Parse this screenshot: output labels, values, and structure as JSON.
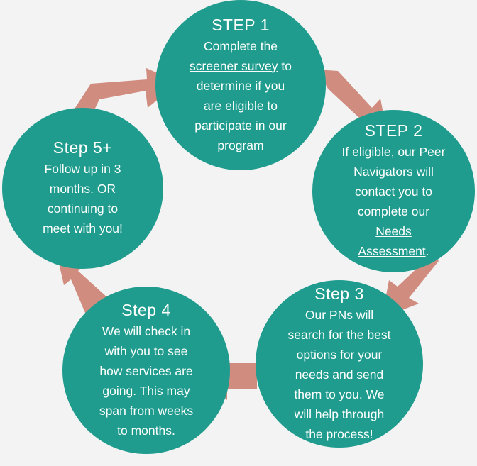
{
  "colors": {
    "background": "#f3f3f3",
    "circle": "#1f9c8e",
    "arrow": "#d18c80",
    "text": "#ffffff"
  },
  "steps": [
    {
      "title": "STEP 1",
      "line1": "Complete the",
      "link": "screener survey",
      "line2_rest": " to",
      "lines": [
        "determine if you",
        "are eligible to",
        "participate in our",
        "program"
      ]
    },
    {
      "title": "STEP 2",
      "lines": [
        "If eligible, our Peer",
        "Navigators will",
        "contact you to",
        "complete our"
      ],
      "link1": "Needs",
      "link2": "Assessment",
      "link2_rest": "."
    },
    {
      "title": "Step 3",
      "lines": [
        "Our PNs will",
        "search for the best",
        "options for your",
        "needs and send",
        "them to you. We",
        "will help through",
        "the process!"
      ]
    },
    {
      "title": "Step 4",
      "lines": [
        "We will check in",
        "with you to see",
        "how services are",
        "going. This may",
        "span from weeks",
        "to months."
      ]
    },
    {
      "title": "Step 5+",
      "lines": [
        "Follow up in 3",
        "months. OR",
        "continuing to",
        "meet with you!"
      ]
    }
  ]
}
